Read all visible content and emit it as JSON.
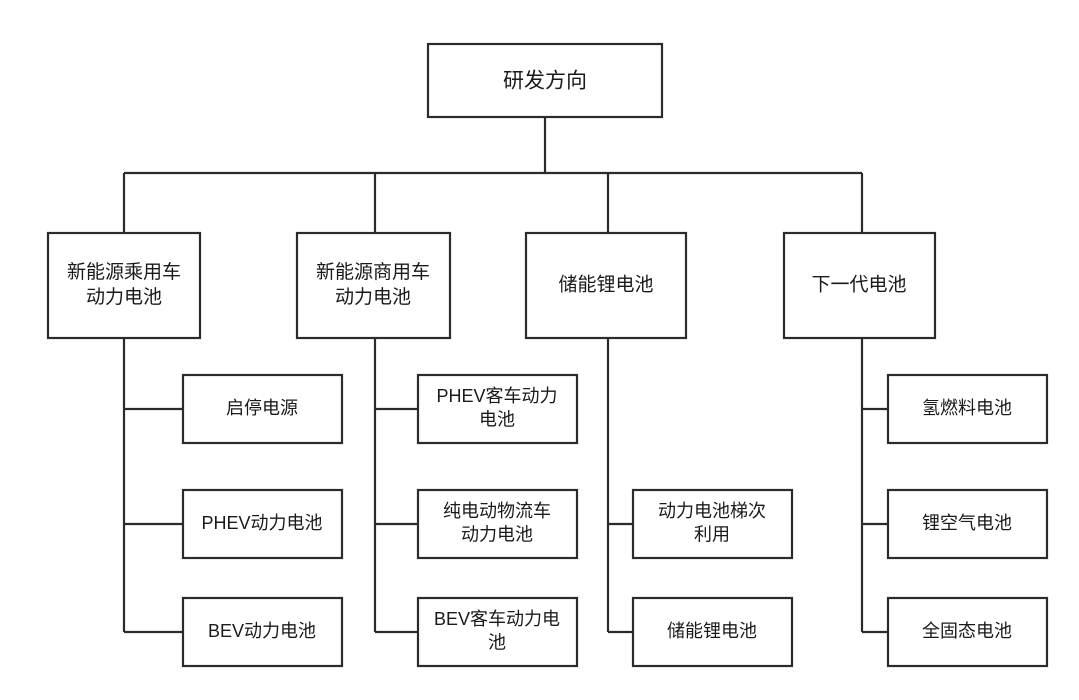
{
  "diagram": {
    "type": "organizational-tree",
    "orientation": "top-down-then-left-stacked",
    "colors": {
      "background": "#ffffff",
      "stroke": "#2b2b2b",
      "box_fill": "#ffffff",
      "text": "#1a1a1a"
    },
    "root": {
      "label": "研发方向"
    },
    "branches": [
      {
        "label_line1": "新能源乘用车",
        "label_line2": "动力电池",
        "children": [
          {
            "label_line1": "启停电源",
            "label_line2": ""
          },
          {
            "label_line1": "PHEV动力电池",
            "label_line2": ""
          },
          {
            "label_line1": "BEV动力电池",
            "label_line2": ""
          }
        ]
      },
      {
        "label_line1": "新能源商用车",
        "label_line2": "动力电池",
        "children": [
          {
            "label_line1": "PHEV客车动力",
            "label_line2": "电池"
          },
          {
            "label_line1": "纯电动物流车",
            "label_line2": "动力电池"
          },
          {
            "label_line1": "BEV客车动力电",
            "label_line2": "池"
          }
        ]
      },
      {
        "label_line1": "储能锂电池",
        "label_line2": "",
        "children": [
          {
            "label_line1": "动力电池梯次",
            "label_line2": "利用"
          },
          {
            "label_line1": "储能锂电池",
            "label_line2": ""
          }
        ]
      },
      {
        "label_line1": "下一代电池",
        "label_line2": "",
        "children": [
          {
            "label_line1": "氢燃料电池",
            "label_line2": ""
          },
          {
            "label_line1": "锂空气电池",
            "label_line2": ""
          },
          {
            "label_line1": "全固态电池",
            "label_line2": ""
          }
        ]
      }
    ]
  }
}
